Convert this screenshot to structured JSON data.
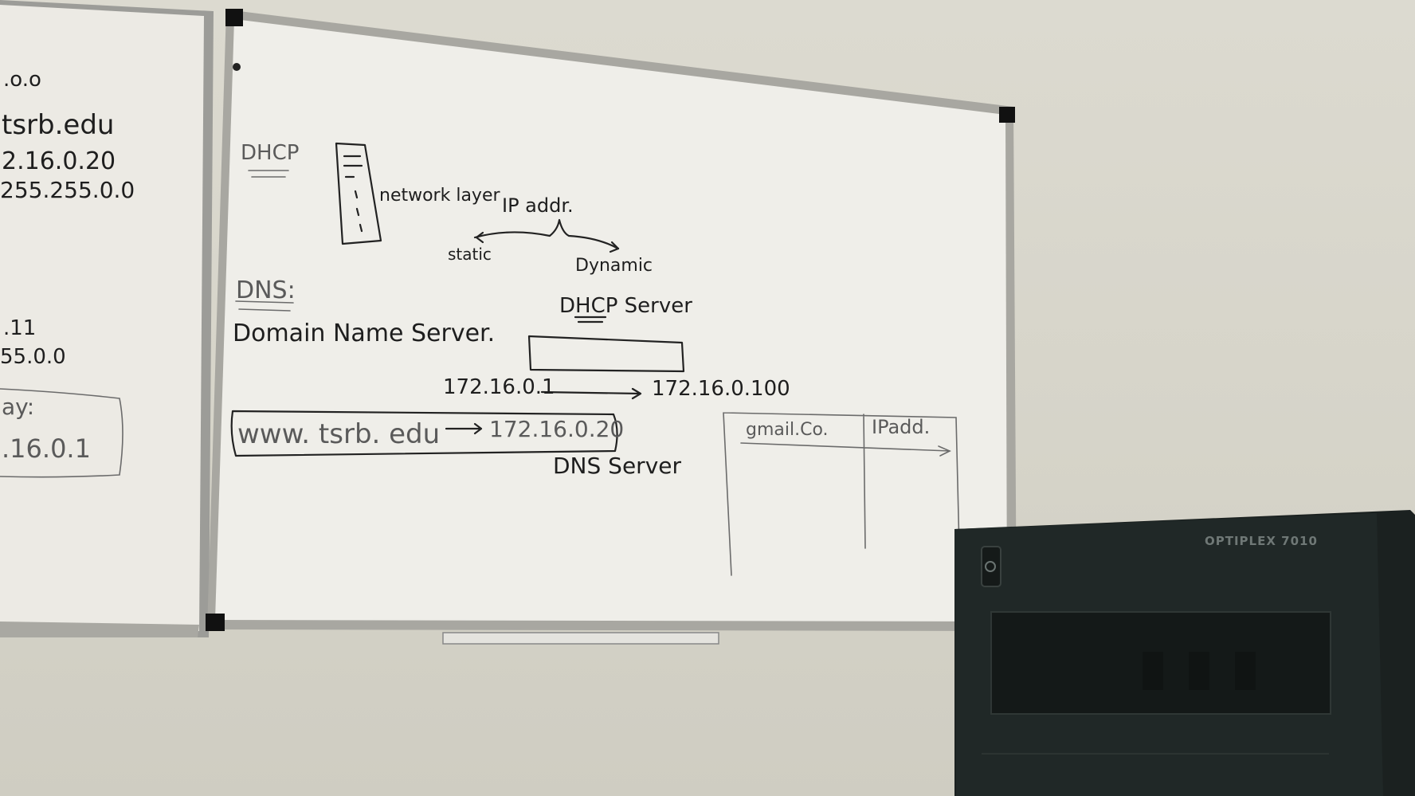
{
  "left_board": {
    "lines": [
      ".o.o",
      "tsrb.edu",
      "2.16.0.20",
      "255.255.0.0",
      ".11",
      "55.0.0",
      "ay:",
      ".16.0.1"
    ]
  },
  "main_board": {
    "dhcp_heading": "DHCP",
    "network_layer": "network layer",
    "ip_addr": "IP addr.",
    "static": "static",
    "dynamic": "Dynamic",
    "dns_heading": "DNS:",
    "domain_name_server": "Domain Name Server.",
    "dhcp_server": "DHCP Server",
    "range_start": "172.16.0.1",
    "range_end": "172.16.0.100",
    "www_example": "www. tsrb. edu",
    "www_ip": "172.16.0.20",
    "dns_server": "DNS Server",
    "table_col1": "gmail.Co.",
    "table_col2": "IPadd."
  },
  "computer": {
    "model_label": "OPTIPLEX 7010"
  }
}
